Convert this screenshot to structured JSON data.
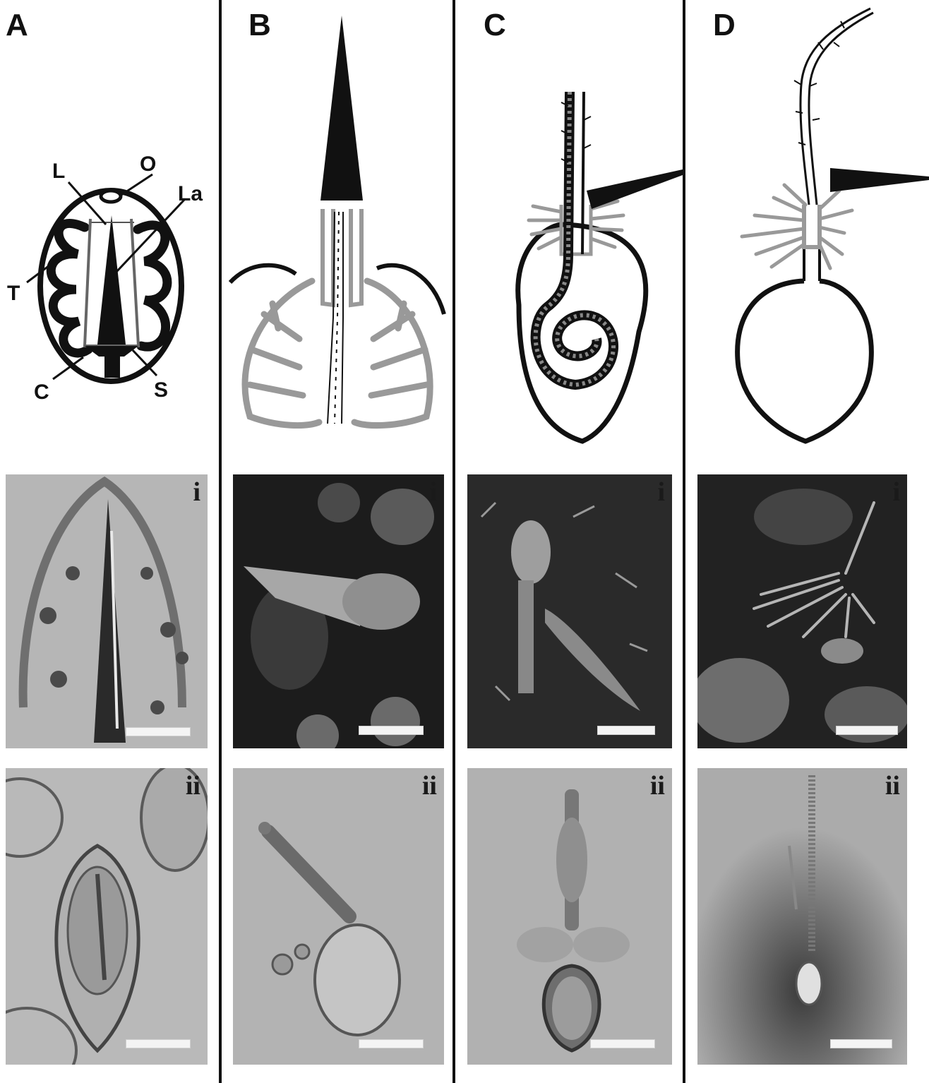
{
  "figure": {
    "panels": [
      {
        "letter": "A",
        "diagram_labels": {
          "L": "L",
          "O": "O",
          "La": "La",
          "T": "T",
          "C": "C",
          "S": "S"
        },
        "photos": [
          {
            "label": "i"
          },
          {
            "label": "ii"
          }
        ]
      },
      {
        "letter": "B",
        "photos": [
          {
            "label": "i"
          },
          {
            "label": "ii"
          }
        ]
      },
      {
        "letter": "C",
        "photos": [
          {
            "label": "i"
          },
          {
            "label": "ii"
          }
        ]
      },
      {
        "letter": "D",
        "photos": [
          {
            "label": "i"
          },
          {
            "label": "ii"
          }
        ]
      }
    ]
  }
}
